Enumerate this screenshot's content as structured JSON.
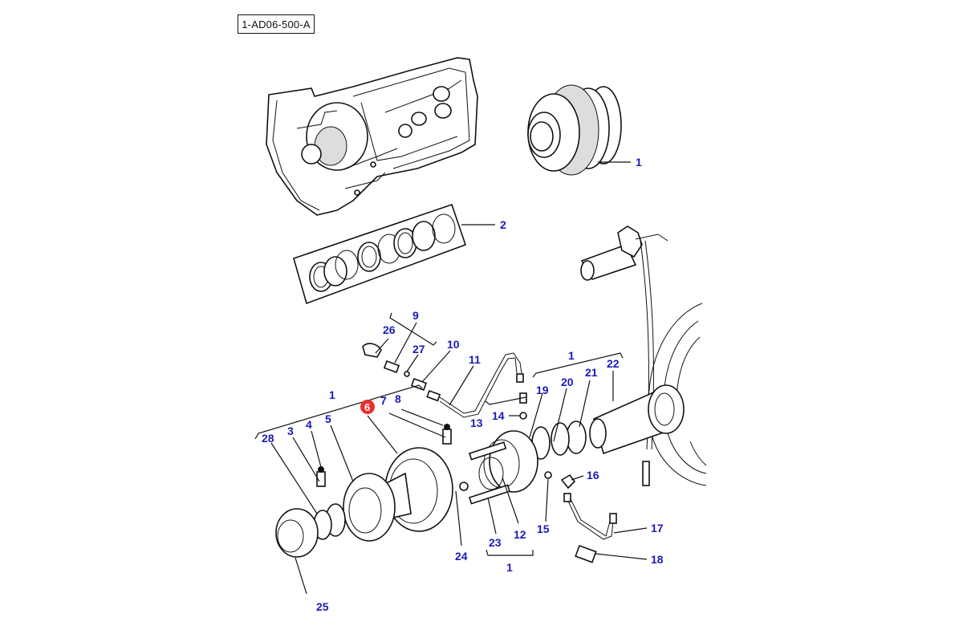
{
  "diagram": {
    "reference_code": "1-AD06-500-A",
    "highlighted_part": "6",
    "highlight_color": "#e8302c",
    "label_color": "#1a1ab8",
    "components": [
      {
        "name": "transmission-housing",
        "description": "Transmission housing (context illustration)"
      },
      {
        "name": "clutch-pack",
        "part": "1"
      },
      {
        "name": "seal-ring-kit",
        "part": "2"
      },
      {
        "name": "master-cylinder-and-line",
        "description": "Clutch master cylinder with hydraulic line (context)"
      },
      {
        "name": "flywheel-housing",
        "description": "Flywheel housing (context)"
      }
    ],
    "labels": {
      "l1_top": "1",
      "l2": "2",
      "l9": "9",
      "l26": "26",
      "l27": "27",
      "l10": "10",
      "l11": "11",
      "l1_right": "1",
      "l22": "22",
      "l21": "21",
      "l20": "20",
      "l19": "19",
      "l14": "14",
      "l13": "13",
      "l1_left": "1",
      "l6": "6",
      "l7": "7",
      "l8": "8",
      "l28": "28",
      "l3": "3",
      "l4": "4",
      "l5": "5",
      "l16": "16",
      "l17": "17",
      "l18": "18",
      "l15": "15",
      "l12": "12",
      "l23": "23",
      "l24": "24",
      "l1_bottom": "1",
      "l25": "25"
    }
  }
}
